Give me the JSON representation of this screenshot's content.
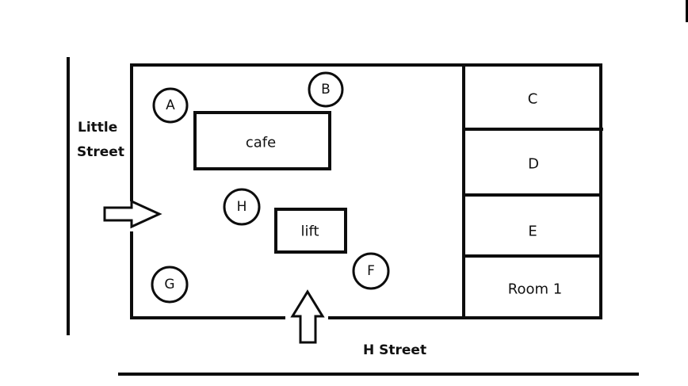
{
  "diagram": {
    "type": "floor-plan",
    "streets": {
      "left": {
        "lines": [
          "Little",
          "Street"
        ]
      },
      "bottom": {
        "label": "H Street"
      }
    },
    "rooms": {
      "cafe": "cafe",
      "lift": "lift",
      "side_rooms": [
        "C",
        "D",
        "E",
        "Room 1"
      ]
    },
    "markers": [
      {
        "id": "A",
        "label": "A"
      },
      {
        "id": "B",
        "label": "B"
      },
      {
        "id": "H",
        "label": "H"
      },
      {
        "id": "F",
        "label": "F"
      },
      {
        "id": "G",
        "label": "G"
      }
    ],
    "entrances": [
      {
        "id": "little-street-entrance",
        "direction": "right",
        "icon": "arrow-right-icon"
      },
      {
        "id": "h-street-entrance",
        "direction": "up",
        "icon": "arrow-up-icon"
      }
    ],
    "colors": {
      "line": "#0d0d0d",
      "background": "#ffffff",
      "text": "#111111"
    }
  }
}
